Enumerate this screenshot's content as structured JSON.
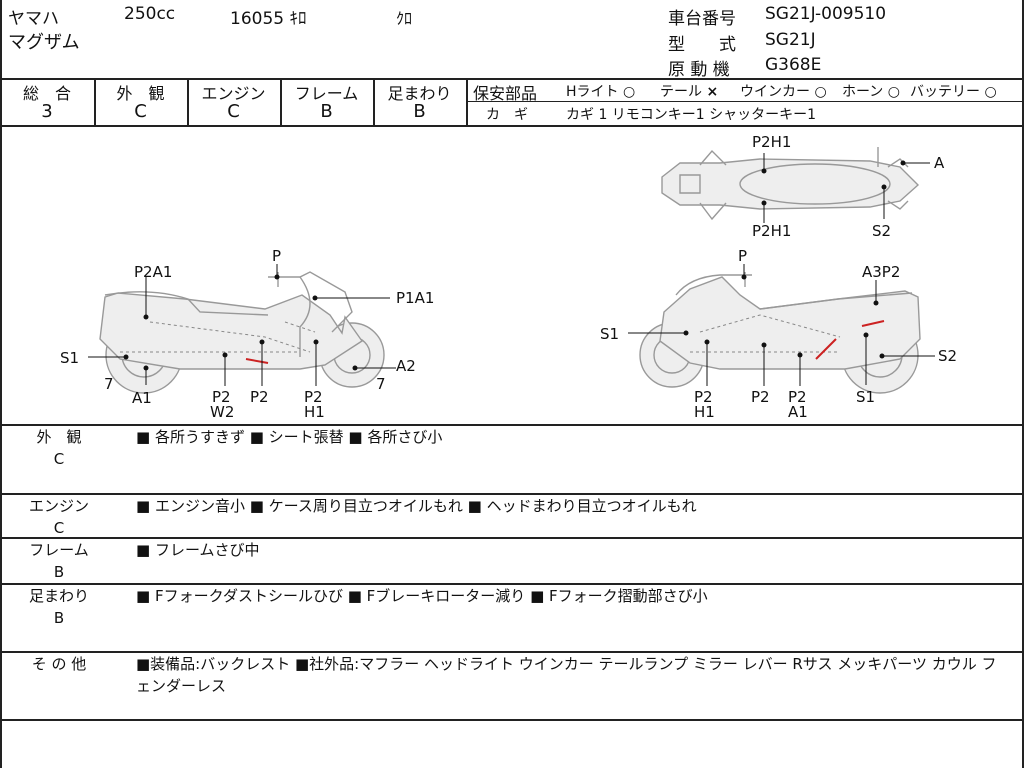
{
  "header": {
    "maker": "ヤマハ",
    "displacement": "250cc",
    "mileage": "16055 ｷﾛ",
    "color": "ｸﾛ",
    "model_name": "マグザム",
    "frame_no_label": "車台番号",
    "frame_no": "SG21J-009510",
    "type_label": "型　　式",
    "type": "SG21J",
    "engine_label": "原 動 機",
    "engine": "G368E"
  },
  "grades": [
    {
      "label": "総　合",
      "value": "3"
    },
    {
      "label": "外　観",
      "value": "C"
    },
    {
      "label": "エンジン",
      "value": "C"
    },
    {
      "label": "フレーム",
      "value": "B"
    },
    {
      "label": "足まわり",
      "value": "B"
    }
  ],
  "safety": {
    "label": "保安部品",
    "items": [
      {
        "name": "Hライト",
        "mark": "○"
      },
      {
        "name": "テール",
        "mark": "×"
      },
      {
        "name": "ウインカー",
        "mark": "○"
      },
      {
        "name": "ホーン",
        "mark": "○"
      },
      {
        "name": "バッテリー",
        "mark": "○"
      }
    ],
    "key_label": "カ　ギ",
    "keys": "カギ 1  リモコンキー1  シャッターキー1"
  },
  "diagram": {
    "top": {
      "center_top": "P2H1",
      "center_bottom": "P2H1",
      "right": "A",
      "right_bottom": "S2"
    },
    "left_side": {
      "p_top": "P",
      "p2a1": "P2A1",
      "p1a1": "P1A1",
      "s1": "S1",
      "a2": "A2",
      "seven_left": "7",
      "a1": "A1",
      "p2_a": "P2",
      "w2": "W2",
      "p2_b": "P2",
      "p2_c": "P2",
      "h1": "H1",
      "seven_right": "7"
    },
    "right_side": {
      "p_top": "P",
      "a3p2": "A3P2",
      "s1": "S1",
      "s2": "S2",
      "p2_a": "P2",
      "h1": "H1",
      "p2_b": "P2",
      "p2_c": "P2",
      "a1": "A1",
      "s1b": "S1"
    }
  },
  "sections": [
    {
      "label": "外　観",
      "grade": "C",
      "text": "■ 各所うすきず ■ シート張替 ■ 各所さび小"
    },
    {
      "label": "エンジン",
      "grade": "C",
      "text": "■ エンジン音小 ■ ケース周り目立つオイルもれ ■ ヘッドまわり目立つオイルもれ"
    },
    {
      "label": "フレーム",
      "grade": "B",
      "text": "■ フレームさび中"
    },
    {
      "label": "足まわり",
      "grade": "B",
      "text": "■ Fフォークダストシールひび ■ Fブレーキローター減り ■ Fフォーク摺動部さび小"
    },
    {
      "label": "そ の 他",
      "grade": "",
      "text": "■装備品:バックレスト ■社外品:マフラー ヘッドライト ウインカー テールランプ ミラー レバー Rサス メッキパーツ カウル フェンダーレス"
    }
  ]
}
